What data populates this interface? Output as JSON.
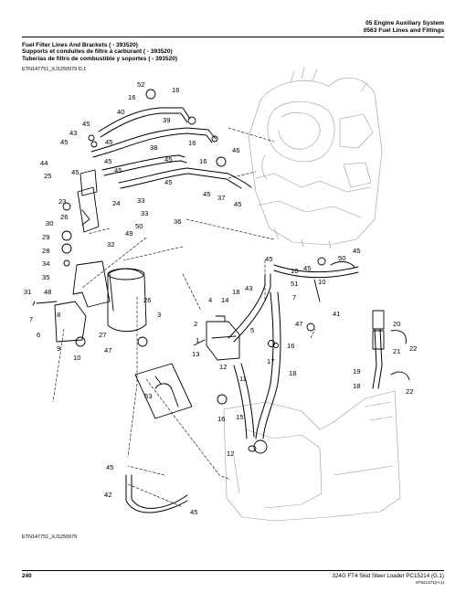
{
  "header": {
    "section": "05 Engine Auxiliary System",
    "group": "0563 Fuel Lines and Fittings"
  },
  "titles": [
    "Fuel Filter Lines And Brackets ( - 393520)",
    "Supports et conduites de filtre à carburant ( - 393520)",
    "Tuberías de filtro de combustible y soportes ( - 393520)"
  ],
  "figure_ref_top": "ETN147751_XJ1250979 D.1",
  "figure_ref_bottom": "ETN147751_XJ1250979",
  "callouts": {
    "c52": "52",
    "c16a": "16",
    "c16b": "16",
    "c40": "40",
    "c43": "43",
    "c45a": "45",
    "c45b": "45",
    "c39": "39",
    "c45c": "45",
    "c38": "38",
    "c16c": "16",
    "c46": "46",
    "c44": "44",
    "c45d": "45",
    "c45e": "45",
    "c16d": "16",
    "c25": "25",
    "c45f": "45",
    "c45g": "45",
    "c37": "37",
    "c45h": "45",
    "c23": "23",
    "c24": "24",
    "c33a": "33",
    "c33b": "33",
    "c26a": "26",
    "c30": "30",
    "c50a": "50",
    "c36": "36",
    "c49": "49",
    "c29": "29",
    "c32": "32",
    "c28": "28",
    "c34": "34",
    "c35": "35",
    "c31": "31",
    "c48": "48",
    "c26b": "26",
    "c45i": "45",
    "c10a": "10",
    "c45j": "45",
    "c50b": "50",
    "c51": "51",
    "c10b": "10",
    "c7a": "7",
    "c43b": "43",
    "c4": "4",
    "c14": "14",
    "c18a": "18",
    "c7b": "7",
    "c8": "8",
    "c3": "3",
    "c41": "41",
    "c2": "2",
    "c5": "5",
    "c6": "6",
    "c47a": "47",
    "c20": "20",
    "c9": "9",
    "c10c": "10",
    "c27": "27",
    "c47b": "47",
    "c1": "1",
    "c13": "13",
    "c16e": "16",
    "c21": "21",
    "c22a": "22",
    "c12a": "12",
    "c17": "17",
    "c19": "19",
    "c11": "11",
    "c18b": "18",
    "c18c": "18",
    "c53": "53",
    "c22b": "22",
    "c16f": "16",
    "c15": "15",
    "c12b": "12",
    "c45k": "45",
    "c42": "42",
    "c45l": "45"
  },
  "footer": {
    "page": "240",
    "title": "324G FT4 Skid Steer Loader   PC15214   (G.1)",
    "code": "6T921371(H.1)"
  }
}
